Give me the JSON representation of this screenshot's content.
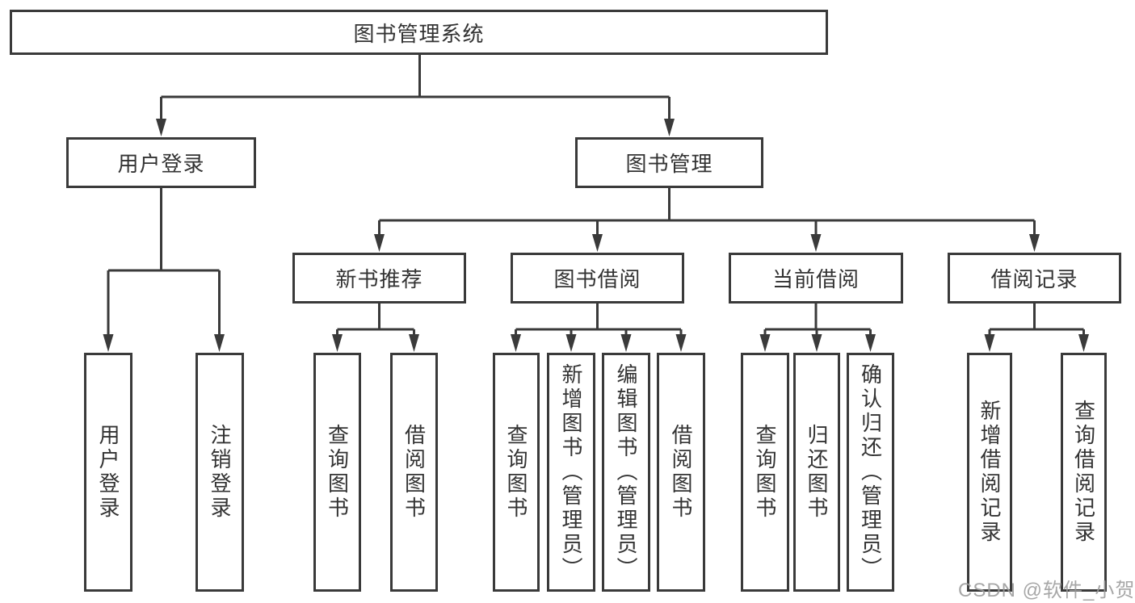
{
  "tree": {
    "label": "图书管理系统",
    "children": [
      {
        "label": "用户登录",
        "children": [
          {
            "label": "用户登录"
          },
          {
            "label": "注销登录"
          }
        ]
      },
      {
        "label": "图书管理",
        "children": [
          {
            "label": "新书推荐",
            "children": [
              {
                "label": "查询图书"
              },
              {
                "label": "借阅图书"
              }
            ]
          },
          {
            "label": "图书借阅",
            "children": [
              {
                "label": "查询图书"
              },
              {
                "label": "新增图书（管理员）"
              },
              {
                "label": "编辑图书（管理员）"
              },
              {
                "label": "借阅图书"
              }
            ]
          },
          {
            "label": "当前借阅",
            "children": [
              {
                "label": "查询图书"
              },
              {
                "label": "归还图书"
              },
              {
                "label": "确认归还（管理员）"
              }
            ]
          },
          {
            "label": "借阅记录",
            "children": [
              {
                "label": "新增借阅记录"
              },
              {
                "label": "查询借阅记录"
              }
            ]
          }
        ]
      }
    ]
  },
  "watermark": {
    "text": "CSDN @软件_小贺同学"
  },
  "colors": {
    "line": "#3a3a3a",
    "text": "#333333",
    "background": "#ffffff",
    "watermark": "#9b9b9b"
  }
}
